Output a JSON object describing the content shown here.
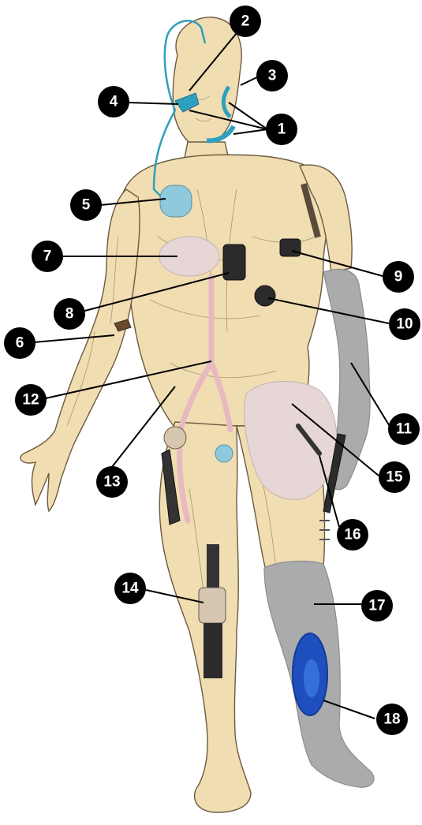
{
  "colors": {
    "skin": "#f1ddb2",
    "outline": "#6b5a3e",
    "prosthetic_grey": "#a9abad",
    "implant_blue": "#2f9fbf",
    "vascular_pink": "#e8b9c0",
    "pale_implant": "#e6d6d6",
    "device_dark": "#2b2b2b",
    "stocking_blue": "#1f4fbf",
    "badge": "#000000",
    "badge_text": "#ffffff"
  },
  "labels": [
    {
      "id": "1",
      "text": "1"
    },
    {
      "id": "2",
      "text": "2"
    },
    {
      "id": "3",
      "text": "3"
    },
    {
      "id": "4",
      "text": "4"
    },
    {
      "id": "5",
      "text": "5"
    },
    {
      "id": "6",
      "text": "6"
    },
    {
      "id": "7",
      "text": "7"
    },
    {
      "id": "8",
      "text": "8"
    },
    {
      "id": "9",
      "text": "9"
    },
    {
      "id": "10",
      "text": "10"
    },
    {
      "id": "11",
      "text": "11"
    },
    {
      "id": "12",
      "text": "12"
    },
    {
      "id": "13",
      "text": "13"
    },
    {
      "id": "14",
      "text": "14"
    },
    {
      "id": "15",
      "text": "15"
    },
    {
      "id": "16",
      "text": "16"
    },
    {
      "id": "17",
      "text": "17"
    },
    {
      "id": "18",
      "text": "18"
    }
  ]
}
